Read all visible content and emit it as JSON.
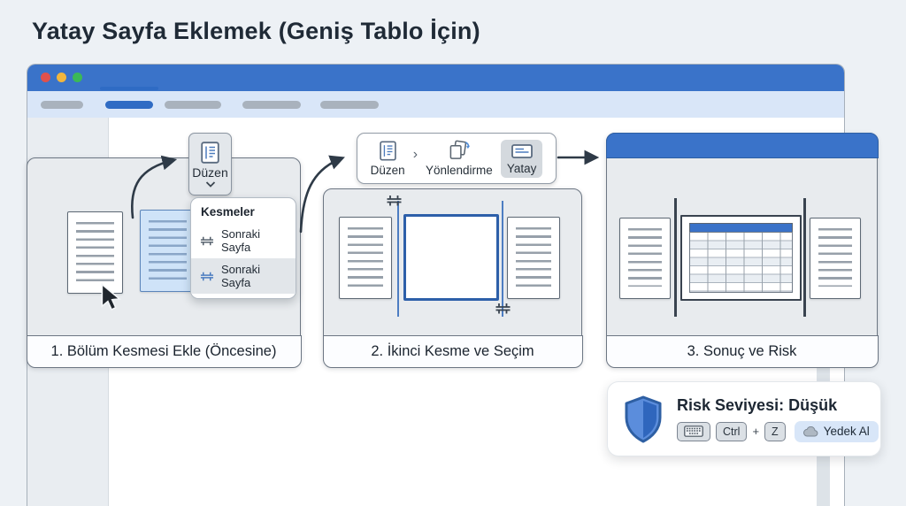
{
  "title": "Yatay Sayfa Eklemek (Geniş Tablo İçin)",
  "window": {
    "controls": [
      "close",
      "minimize",
      "zoom"
    ],
    "ribbon_tabs": {
      "count": 5,
      "active_index": 1
    }
  },
  "panel1": {
    "caption": "1. Bölüm Kesmesi Ekle (Öncesine)",
    "duzen_button": {
      "label": "Düzen",
      "icon": "page-layout-icon",
      "chevron": "chevron-down-icon"
    },
    "dropdown": {
      "header": "Kesmeler",
      "items": [
        {
          "label": "Sonraki Sayfa",
          "icon": "section-break-icon",
          "highlighted": false
        },
        {
          "label": "Sonraki Sayfa",
          "icon": "section-break-icon",
          "highlighted": true
        }
      ]
    }
  },
  "panel2": {
    "caption": "2. İkinci Kesme ve Seçim",
    "toolbar": {
      "separator": "›",
      "items": [
        {
          "label": "Düzen",
          "icon": "page-layout-icon",
          "selected": false
        },
        {
          "label": "Yönlendirme",
          "icon": "orientation-rotate-icon",
          "selected": false
        },
        {
          "label": "Yatay",
          "icon": "landscape-page-icon",
          "selected": true
        }
      ]
    }
  },
  "panel3": {
    "caption": "3. Sonuç ve Risk",
    "table": {
      "columns": 6,
      "body_rows": 8,
      "header_color": "#3a72c8"
    }
  },
  "risk_card": {
    "title": "Risk Seviyesi: Düşük",
    "shield_icon": "shield-icon",
    "keyboard_icon": "keyboard-icon",
    "keys": {
      "ctrl": "Ctrl",
      "plus": "+",
      "z": "Z"
    },
    "backup": {
      "label": "Yedek Al",
      "icon": "cloud-icon"
    }
  },
  "colors": {
    "accent_blue": "#3a73c9",
    "ribbon_blue": "#d9e6f8",
    "active_tab_blue": "#2f6bc4",
    "panel_gray": "#e8ebee",
    "selected_doc_blue": "#cfe3f8",
    "backup_pill_blue": "#d8e6f8",
    "traffic_red": "#e0514c",
    "traffic_yellow": "#f2b63d",
    "traffic_green": "#3bb957",
    "arrow_dark": "#2e3a47"
  }
}
